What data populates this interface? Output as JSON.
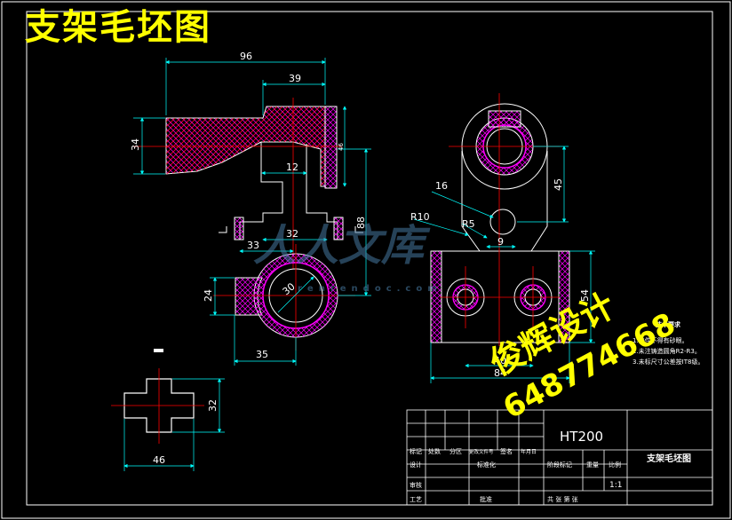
{
  "title": "支架毛坯图",
  "dims": {
    "d96": "96",
    "d39": "39",
    "d34": "34",
    "d46": "46",
    "d12": "12",
    "d88": "88",
    "d33": "33",
    "d32": "32",
    "d30": "30",
    "d24": "24",
    "d35": "35",
    "d16": "16",
    "r10": "R10",
    "r5": "R5",
    "d9": "9",
    "d45": "45",
    "d54": "54",
    "d40": "40",
    "d84": "84",
    "s32": "32",
    "s46": "46"
  },
  "tech": {
    "heading": "技术要求",
    "line1": "1.铸件不得有砂眼。",
    "line2": "2.未注铸造圆角R2-R3。",
    "line3": "3.未标尺寸公差按IT8级。"
  },
  "table": {
    "material": "HT200",
    "part_name": "支架毛坯图",
    "scale": "1:1",
    "biaoji": "标记",
    "chushu": "处数",
    "fenqu": "分区",
    "gengai": "更改文件号",
    "qianming": "签名",
    "nianyueri": "年月日",
    "sheji": "设计",
    "biaozhunhua": "标准化",
    "jieduan": "阶段标记",
    "zhongliang": "重量",
    "bili": "比例",
    "shenhe": "审核",
    "gongyi": "工艺",
    "pizhun": "批准",
    "gongzhang": "共  张  第  张"
  },
  "watermark": {
    "line1": "俊辉设计",
    "line2": "648774668",
    "site": "人人文库",
    "url": "renrendoc.com"
  }
}
